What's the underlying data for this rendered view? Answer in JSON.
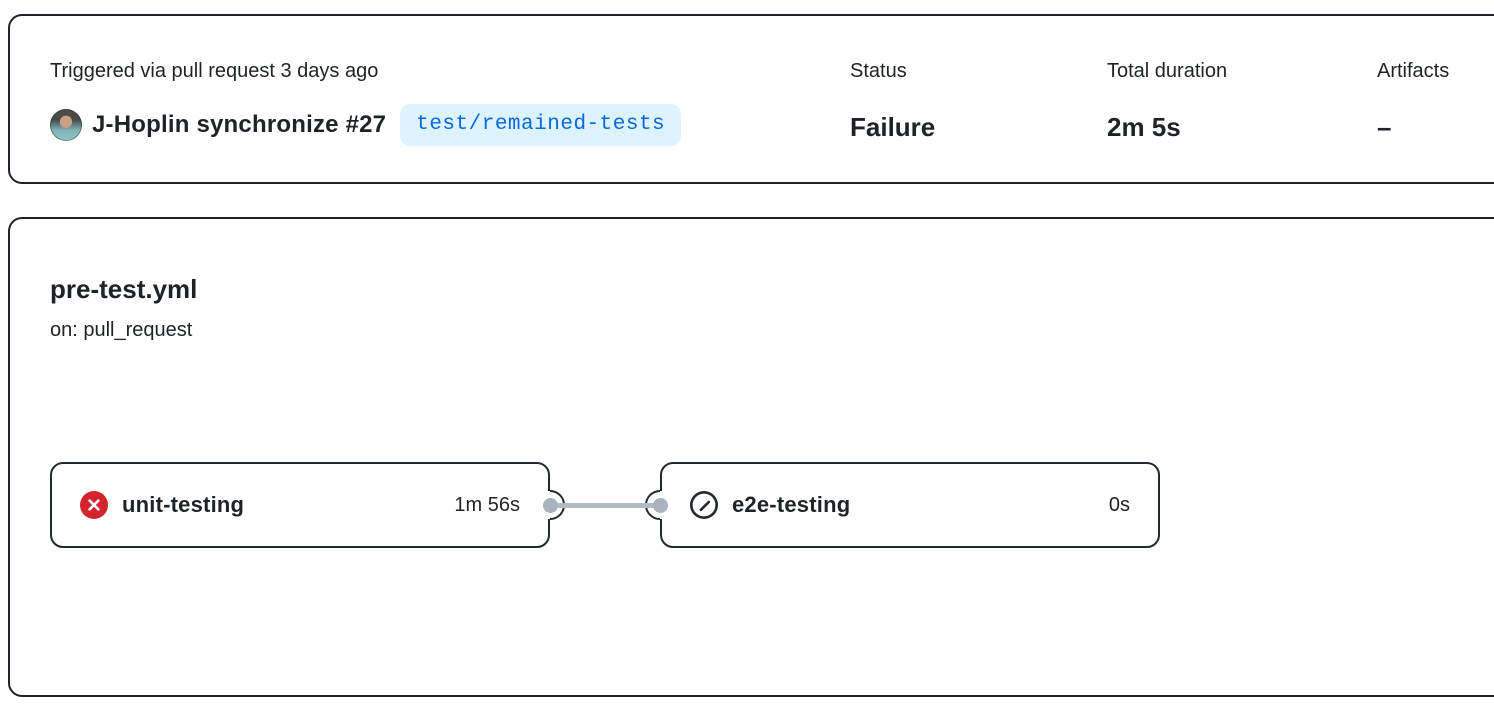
{
  "run_header": {
    "triggered_text": "Triggered via pull request 3 days ago",
    "commit_line": "J-Hoplin synchronize #27",
    "branch_badge": "test/remained-tests",
    "status": {
      "label": "Status",
      "value": "Failure"
    },
    "total_duration": {
      "label": "Total duration",
      "value": "2m 5s"
    },
    "artifacts": {
      "label": "Artifacts",
      "value": "–"
    }
  },
  "workflow_card": {
    "title": "pre-test.yml",
    "trigger": "on: pull_request",
    "jobs": [
      {
        "name": "unit-testing",
        "duration": "1m 56s",
        "status": "failed",
        "icon": "x-circle-fill-icon"
      },
      {
        "name": "e2e-testing",
        "duration": "0s",
        "status": "skipped",
        "icon": "skip-icon"
      }
    ]
  },
  "colors": {
    "failure_red": "#d1242f",
    "badge_bg": "#ddf4ff",
    "badge_text": "#0969da",
    "border_dark": "#24292f",
    "connector_gray": "#aeb8c1",
    "text": "#1f2328"
  }
}
